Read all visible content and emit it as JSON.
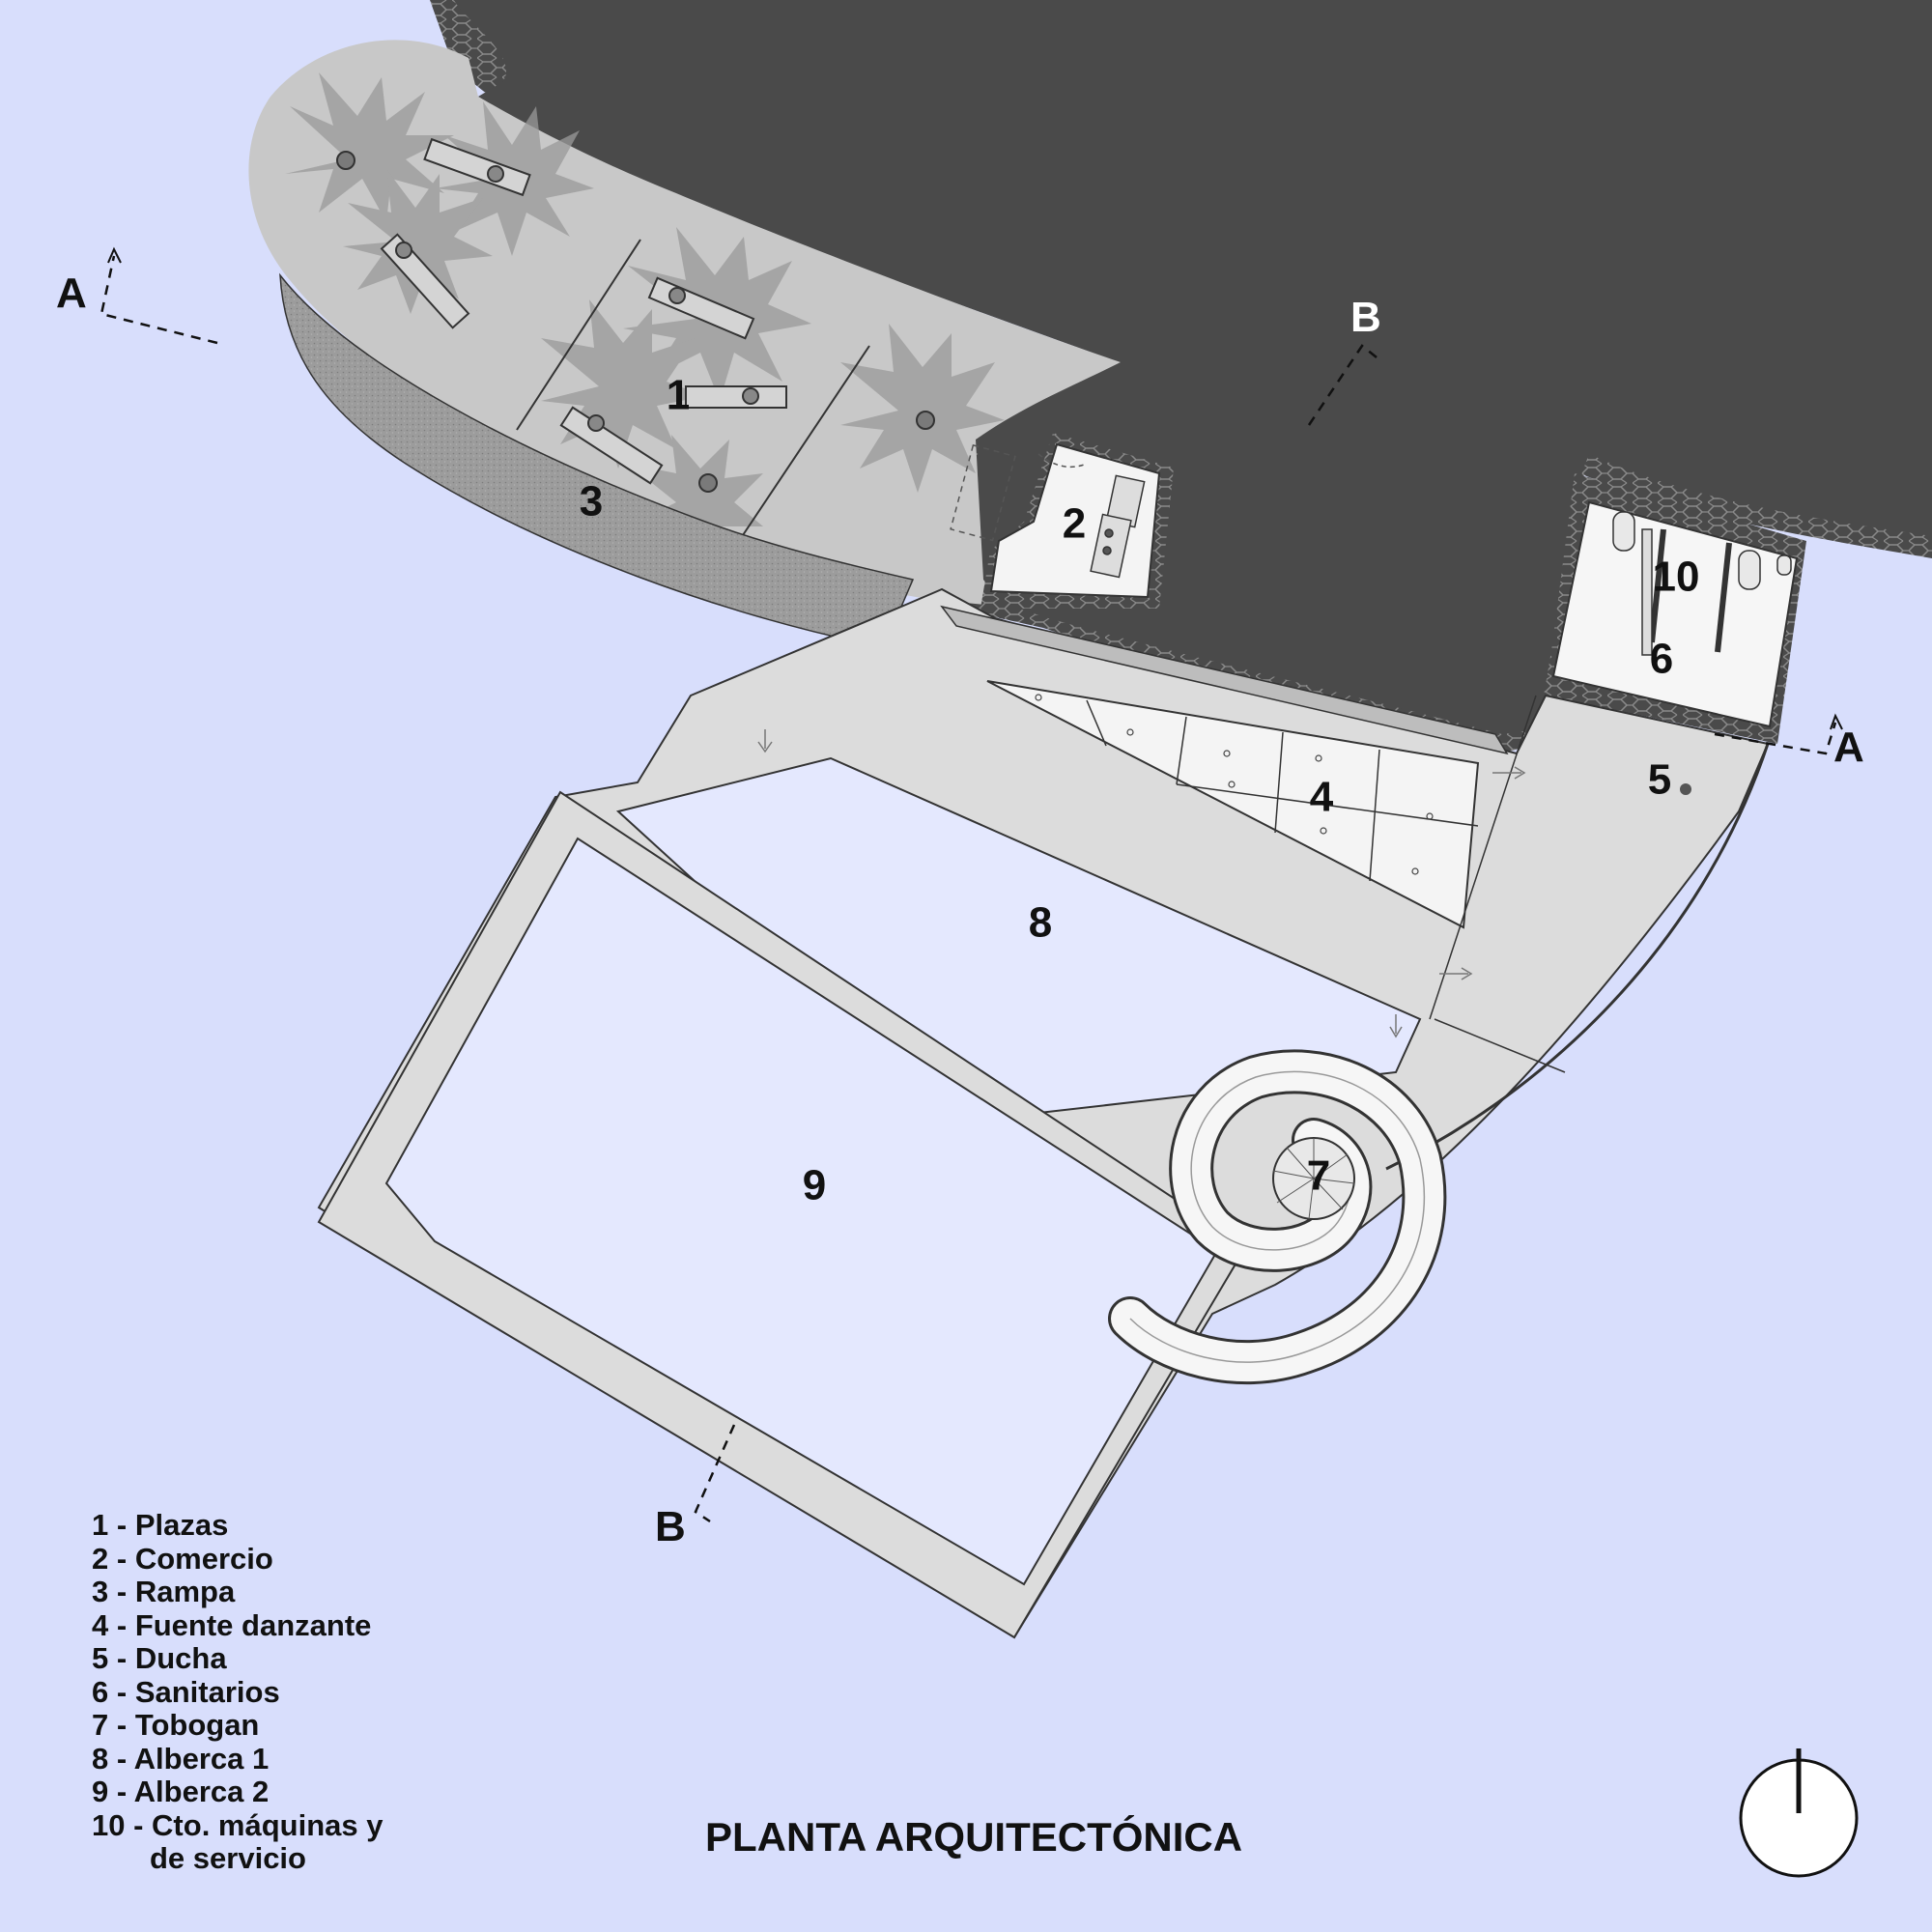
{
  "title": "PLANTA ARQUITECTÓNICA",
  "zones": [
    {
      "id": "plazas",
      "number": "1"
    },
    {
      "id": "comercio",
      "number": "2"
    },
    {
      "id": "rampa",
      "number": "3"
    },
    {
      "id": "fuente",
      "number": "4"
    },
    {
      "id": "ducha",
      "number": "5"
    },
    {
      "id": "sanitarios",
      "number": "6"
    },
    {
      "id": "tobogan",
      "number": "7"
    },
    {
      "id": "alberca1",
      "number": "8"
    },
    {
      "id": "alberca2",
      "number": "9"
    },
    {
      "id": "maquinas",
      "number": "10"
    }
  ],
  "legend": [
    {
      "num": "1",
      "text": "Plazas"
    },
    {
      "num": "2",
      "text": "Comercio"
    },
    {
      "num": "3",
      "text": "Rampa"
    },
    {
      "num": "4",
      "text": "Fuente danzante"
    },
    {
      "num": "5",
      "text": "Ducha"
    },
    {
      "num": "6",
      "text": "Sanitarios"
    },
    {
      "num": "7",
      "text": "Tobogan"
    },
    {
      "num": "8",
      "text": "Alberca 1"
    },
    {
      "num": "9",
      "text": "Alberca 2"
    },
    {
      "num": "10",
      "text": "Cto. máquinas y",
      "text2": "de servicio"
    }
  ],
  "section_marks": {
    "a": "A",
    "b": "B"
  },
  "colors": {
    "background": "#d8defc",
    "building": "#4a4a4a",
    "plaza": "#c8c8c8",
    "deck": "#dcdcdc",
    "pool": "#e4e8fe",
    "ramp": "#9a9a9a"
  },
  "icons": {
    "north": "north-arrow-icon"
  }
}
